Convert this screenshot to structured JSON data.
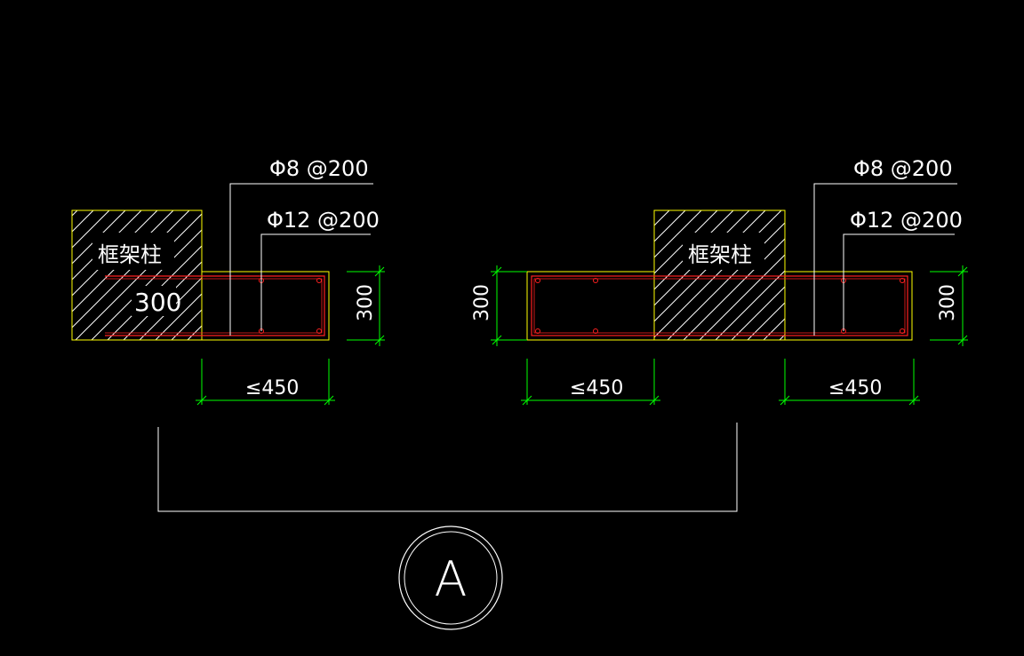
{
  "labels": {
    "stirrup": "Φ8 @200",
    "main_bar": "Φ12 @200",
    "column": "框架柱",
    "dim_300": "300",
    "dim_450": "≤450",
    "section_mark": "A"
  },
  "colors": {
    "background": "#000000",
    "column_outline": "#ffff00",
    "rebar": "#ff2020",
    "dimension": "#00ff00",
    "leader": "#ffffff"
  }
}
